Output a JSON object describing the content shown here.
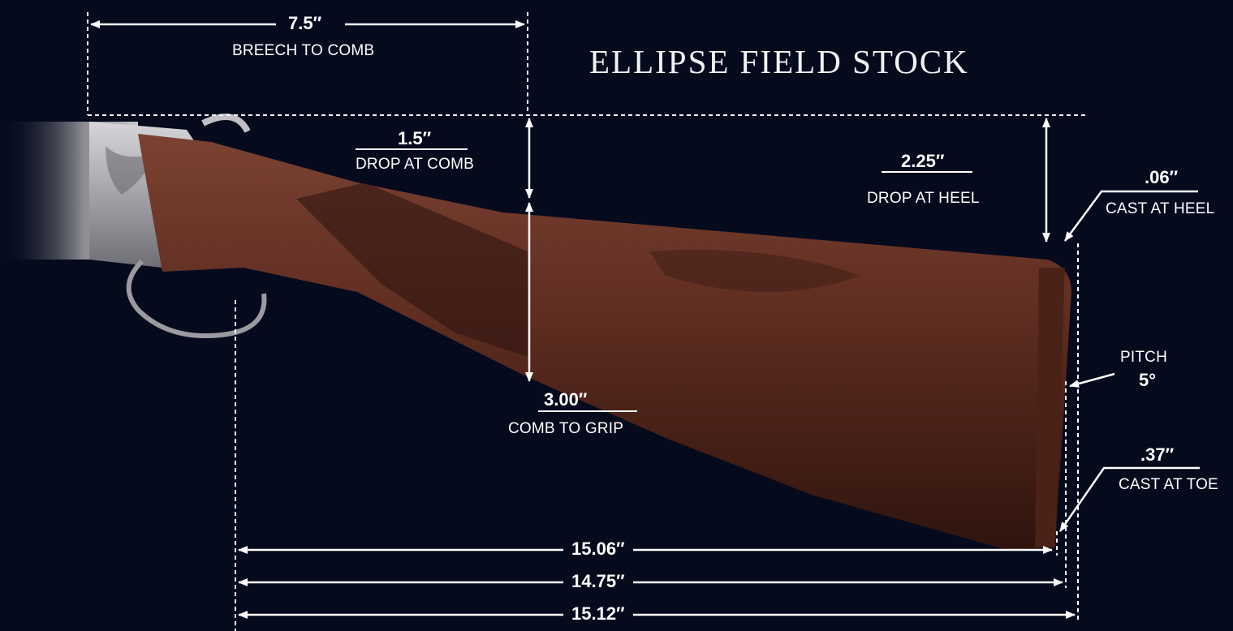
{
  "title": "ELLIPSE FIELD STOCK",
  "measurements": {
    "breech_to_comb": {
      "value": "7.5″",
      "label": "BREECH TO COMB"
    },
    "drop_at_comb": {
      "value": "1.5″",
      "label": "DROP AT COMB"
    },
    "drop_at_heel": {
      "value": "2.25″",
      "label": "DROP AT HEEL"
    },
    "cast_at_heel": {
      "value": ".06″",
      "label": "CAST AT HEEL"
    },
    "pitch": {
      "value": "5°",
      "label": "PITCH"
    },
    "comb_to_grip": {
      "value": "3.00″",
      "label": "COMB TO GRIP"
    },
    "cast_at_toe": {
      "value": ".37″",
      "label": "CAST AT TOE"
    },
    "length_1": {
      "value": "15.06″"
    },
    "length_2": {
      "value": "14.75″"
    },
    "length_3": {
      "value": "15.12″"
    }
  },
  "colors": {
    "background": "#050a1d",
    "wood": "#6b3526",
    "metal": "#b8b8bc",
    "lines": "#ffffff"
  }
}
